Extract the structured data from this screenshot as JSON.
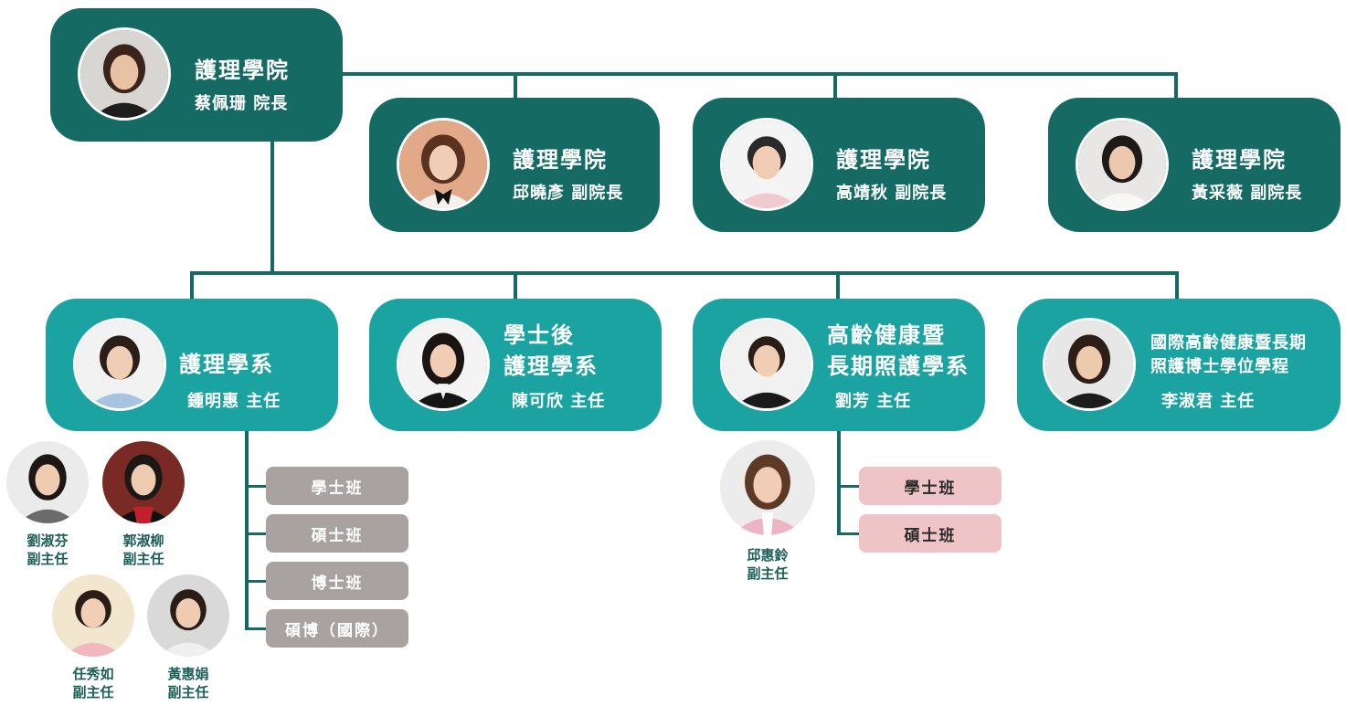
{
  "colors": {
    "dark_box": "#156b63",
    "teal_box": "#1aa3a0",
    "connector": "#156b63",
    "gray_pill": "#a8a2a0",
    "pink_pill": "#efc4c6",
    "deputy_text": "#1d6058"
  },
  "dean": {
    "title": "護理學院",
    "person": "蔡佩珊 院長"
  },
  "vice_deans": [
    {
      "title": "護理學院",
      "person": "邱曉彥 副院長"
    },
    {
      "title": "護理學院",
      "person": "高靖秋 副院長"
    },
    {
      "title": "護理學院",
      "person": "黃采薇 副院長"
    }
  ],
  "departments": [
    {
      "title_lines": [
        "護理學系"
      ],
      "person": "鍾明惠 主任"
    },
    {
      "title_lines": [
        "學士後",
        "護理學系"
      ],
      "person": "陳可欣 主任"
    },
    {
      "title_lines": [
        "高齡健康暨",
        "長期照護學系"
      ],
      "person": "劉芳 主任"
    },
    {
      "title_lines": [
        "國際高齡健康暨長期",
        "照護博士學位學程"
      ],
      "person": "李淑君 主任"
    }
  ],
  "nursing_programs": [
    "學士班",
    "碩士班",
    "博士班",
    "碩博（國際）"
  ],
  "ltc_programs": [
    "學士班",
    "碩士班"
  ],
  "nursing_deputies": [
    {
      "name": "劉淑芬",
      "role": "副主任"
    },
    {
      "name": "郭淑柳",
      "role": "副主任"
    },
    {
      "name": "任秀如",
      "role": "副主任"
    },
    {
      "name": "黃惠娟",
      "role": "副主任"
    }
  ],
  "ltc_deputy": {
    "name": "邱惠鈴",
    "role": "副主任"
  }
}
